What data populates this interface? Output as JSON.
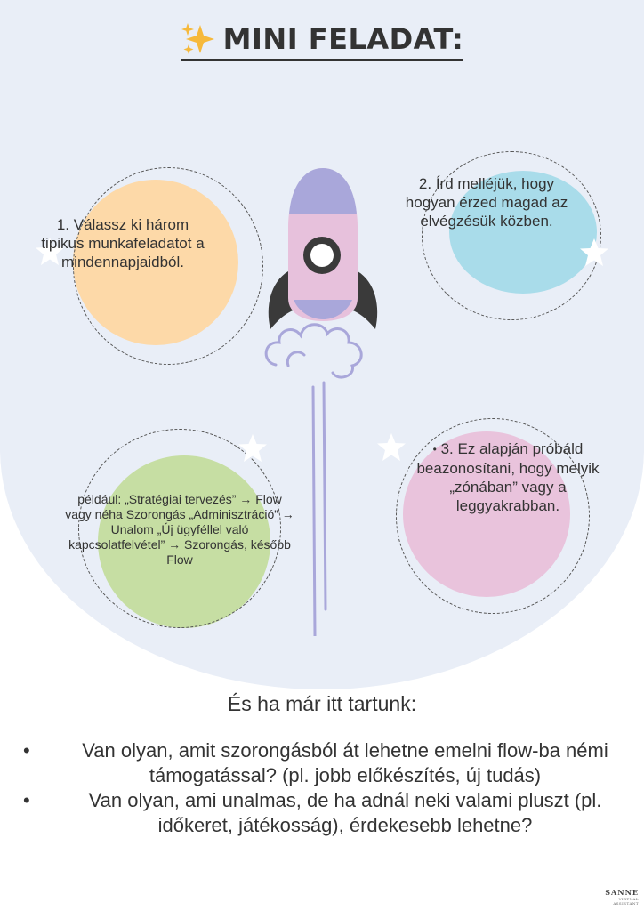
{
  "title": {
    "icon": "sparkles-icon",
    "text": "MINI FELADAT:"
  },
  "tasks": [
    {
      "text": "1. Válassz ki három tipikus munkafeladatot a mindennapjaidból.",
      "color": "#fdd9a8"
    },
    {
      "text": "2. Írd melléjük, hogy hogyan érzed magad az elvégzésük közben.",
      "color": "#a9dcea"
    },
    {
      "text": "3. Ez alapján próbáld beazonosítani, hogy melyik „zónában” vagy a leggyakrabban.",
      "color": "#e9c3dc"
    }
  ],
  "example": {
    "text": "például: „Stratégiai tervezés” → Flow vagy néha Szorongás „Adminisztráció” → Unalom „Új ügyféllel való kapcsolatfelvétel” → Szorongás, később Flow",
    "color": "#c6dea3"
  },
  "subheading": "És ha már itt tartunk:",
  "questions": [
    "Van olyan, amit szorongásból át lehetne emelni flow-ba némi támogatással? (pl. jobb előkészítés, új tudás)",
    "Van olyan, ami unalmas, de ha adnál neki valami pluszt (pl. időkeret, játékosság), érdekesebb lehetne?"
  ],
  "logo": {
    "main": "SANNE",
    "sub": "VIRTUAL ASSISTANT"
  },
  "colors": {
    "background_shape": "#e9eef7",
    "rocket_body": "#e7c1dc",
    "rocket_nose": "#a9a7da",
    "rocket_fins": "#3a3a3a",
    "smoke": "#a9a7da"
  }
}
